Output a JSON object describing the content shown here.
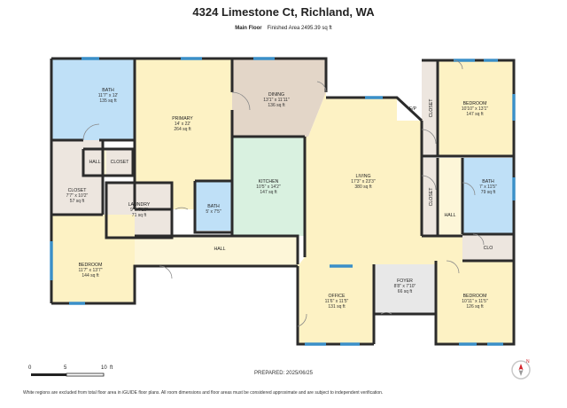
{
  "header": {
    "title": "4324 Limestone Ct, Richland, WA",
    "floor": "Main Floor",
    "area": "Finished Area 2495.39 sq ft"
  },
  "rooms": {
    "bath1": {
      "name": "BATH",
      "dims": "11'7\" x 12'",
      "area": "135 sq ft"
    },
    "primary": {
      "name": "PRIMARY",
      "dims": "14' x 22'",
      "area": "264 sq ft"
    },
    "dining": {
      "name": "DINING",
      "dims": "13'1\" x 11'11\"",
      "area": "136 sq ft"
    },
    "fp": {
      "name": "F/P"
    },
    "closet_top": {
      "name": "CLOSET"
    },
    "bedroom_ne": {
      "name": "BEDROOM",
      "dims": "10'10\" x 13'1\"",
      "area": "147 sq ft"
    },
    "hall_w": {
      "name": "HALL"
    },
    "closet_w": {
      "name": "CLOSET"
    },
    "closet_sw": {
      "name": "CLOSET",
      "dims": "7'7\" x 10'2\"",
      "area": "57 sq ft"
    },
    "laundry": {
      "name": "LAUNDRY",
      "dims": "9' x 7'10\"",
      "area": "71 sq ft"
    },
    "bath2": {
      "name": "BATH",
      "dims": "5' x 7'5\"",
      "area": ""
    },
    "kitchen": {
      "name": "KITCHEN",
      "dims": "10'5\" x 14'2\"",
      "area": "147 sq ft"
    },
    "living": {
      "name": "LIVING",
      "dims": "17'3\" x 23'3\"",
      "area": "380 sq ft"
    },
    "closet_mid": {
      "name": "CLOSET"
    },
    "hall_e": {
      "name": "HALL"
    },
    "bath3": {
      "name": "BATH",
      "dims": "7' x 11'5\"",
      "area": "79 sq ft"
    },
    "clo": {
      "name": "CLO"
    },
    "bedroom_sw": {
      "name": "BEDROOM",
      "dims": "11'7\" x 13'7\"",
      "area": "144 sq ft"
    },
    "hall_s": {
      "name": "HALL"
    },
    "office": {
      "name": "OFFICE",
      "dims": "11'6\" x 11'5\"",
      "area": "131 sq ft"
    },
    "foyer": {
      "name": "FOYER",
      "dims": "8'8\" x 7'10\"",
      "area": "66 sq ft"
    },
    "bedroom_se": {
      "name": "BEDROOM",
      "dims": "10'11\" x 11'5\"",
      "area": "126 sq ft"
    }
  },
  "scale": {
    "t0": "0",
    "t1": "5",
    "t2": "10",
    "unit": "ft"
  },
  "prepared": "PREPARED: 2025/06/25",
  "footer": "White regions are excluded from total floor area in iGUIDE floor plans. All room dimensions and floor areas must be considered approximate and are subject to independent verification.",
  "colors": {
    "wall": "#2b2b2b",
    "window": "#3a8fc8",
    "bath": "#bfe0f7",
    "bedroom": "#fdf2c4",
    "kitchen": "#d9f1e0",
    "dining": "#e3d6c8",
    "closet": "#ede6df",
    "hall": "#fdf6d8",
    "foyer": "#e8e8e8"
  }
}
